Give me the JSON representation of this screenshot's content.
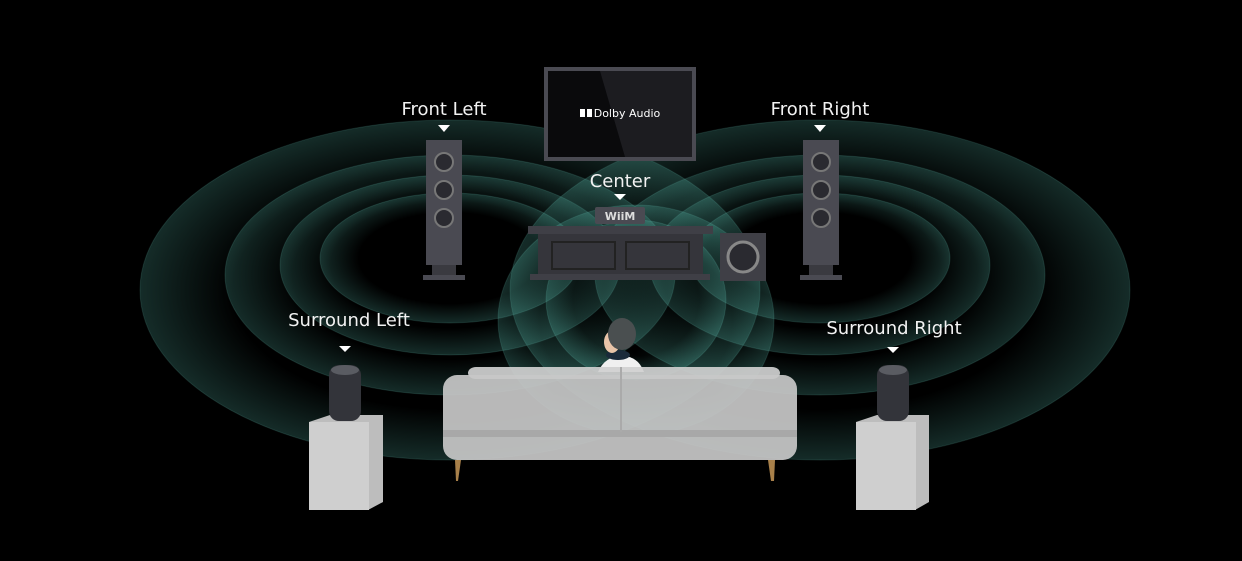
{
  "labels": {
    "front_left": "Front Left",
    "front_right": "Front Right",
    "center": "Center",
    "surround_left": "Surround Left",
    "surround_right": "Surround Right"
  },
  "tv": {
    "logo_text": "Dolby Audio"
  },
  "soundbar": {
    "brand": "WiiM"
  },
  "colors": {
    "background": "#000000",
    "wave": "#5fc8b8",
    "speaker": "#4a4a52",
    "sofa": "#c8c8c8"
  }
}
